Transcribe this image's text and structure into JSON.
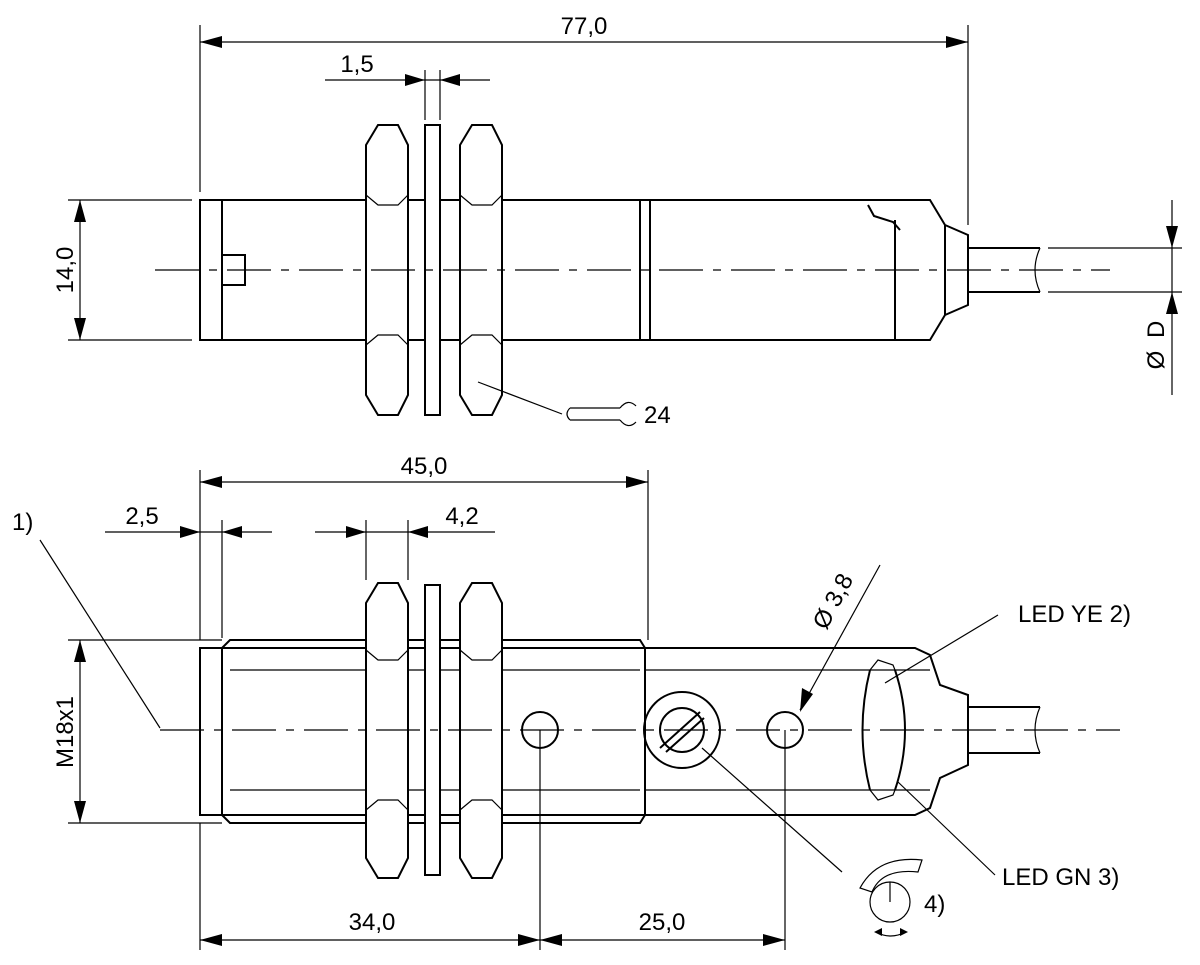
{
  "dimensions": {
    "total_length": "77,0",
    "nut_thickness": "1,5",
    "width_flat": "14,0",
    "cable_diameter": "D",
    "diameter_symbol": "Ø",
    "wrench_size": "24",
    "threaded_length": "45,0",
    "front_offset": "2,5",
    "nut_width": "4,2",
    "led_hole_diameter": "Ø 3,8",
    "thread": "M18x1",
    "hole_1_position": "34,0",
    "hole_spacing": "25,0"
  },
  "callouts": {
    "note_1": "1)",
    "led_yellow": "LED YE 2)",
    "led_green": "LED GN 3)",
    "potentiometer": "4)"
  },
  "colors": {
    "line": "#000000",
    "background": "#ffffff"
  },
  "icons": [
    "wrench-icon",
    "potentiometer-rotate-icon"
  ]
}
